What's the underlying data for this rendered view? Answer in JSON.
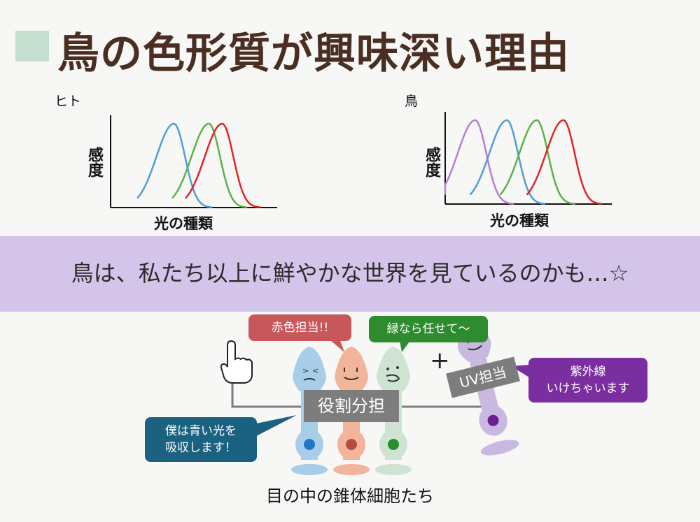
{
  "title": "鳥の色形質が興味深い理由",
  "chart_data": [
    {
      "type": "line",
      "title": "ヒト",
      "xlabel": "光の種類",
      "ylabel": "感度",
      "series": [
        {
          "color": "#4f9fd6",
          "peak": 0.38
        },
        {
          "color": "#5cb248",
          "peak": 0.59
        },
        {
          "color": "#e02525",
          "peak": 0.67
        }
      ]
    },
    {
      "type": "line",
      "title": "鳥",
      "xlabel": "光の種類",
      "ylabel": "感度",
      "series": [
        {
          "color": "#b77ed3",
          "peak": 0.18
        },
        {
          "color": "#4f9fd6",
          "peak": 0.37
        },
        {
          "color": "#5cb248",
          "peak": 0.55
        },
        {
          "color": "#e02525",
          "peak": 0.71
        }
      ]
    }
  ],
  "band_text": "鳥は、私たち以上に鮮やかな世界を見ているのかも…☆",
  "bubbles": {
    "red": "赤色担当!!",
    "green": "緑なら任せて〜",
    "purple_line1": "紫外線",
    "purple_line2": "いけちゃいます",
    "blue_line1": "僕は青い光を",
    "blue_line2": "吸収します！"
  },
  "role_label": "役割分担",
  "uv_label": "UV担当",
  "plus": "+",
  "caption": "目の中の錐体細胞たち",
  "colors": {
    "title": "#4a2e22",
    "band": "#d4c4e9",
    "red_bubble": "#c8575a",
    "green_bubble": "#2e8b2e",
    "purple_bubble": "#7a2ea0",
    "blue_bubble": "#1a6280",
    "cone_blue": "#a8cde9",
    "cone_red": "#f2b49a",
    "cone_green": "#cfe3d2",
    "cone_uv": "#c9b8e0"
  }
}
